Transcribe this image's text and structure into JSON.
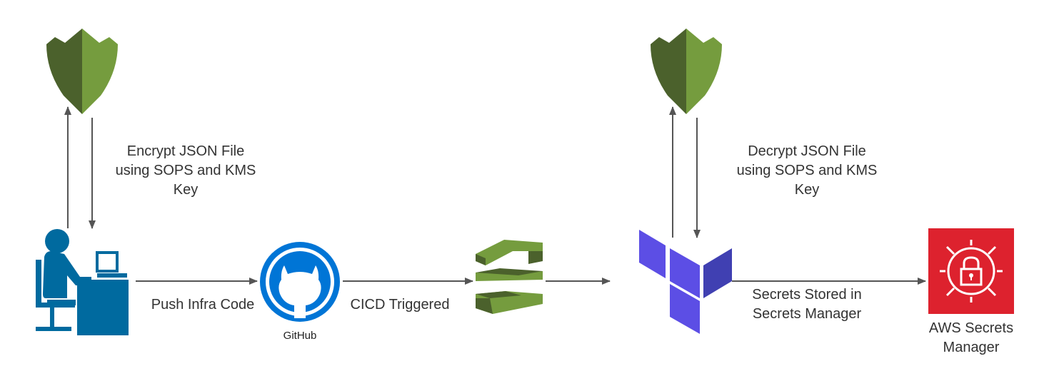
{
  "labels": {
    "encrypt_line1": "Encrypt JSON File",
    "encrypt_line2": "using SOPS and KMS",
    "encrypt_line3": "Key",
    "decrypt_line1": "Decrypt JSON File",
    "decrypt_line2": "using SOPS and KMS",
    "decrypt_line3": "Key",
    "push": "Push Infra Code",
    "cicd": "CICD Triggered",
    "secrets_line1": "Secrets Stored in",
    "secrets_line2": "Secrets Manager",
    "github": "GitHub",
    "aws_sm_line1": "AWS Secrets",
    "aws_sm_line2": "Manager"
  },
  "icons": {
    "kms_left": "kms-shield-icon",
    "kms_right": "kms-shield-icon",
    "user": "user-at-computer-icon",
    "github": "github-octocat-icon",
    "pipeline": "codepipeline-icon",
    "terraform": "terraform-icon",
    "secrets_manager": "secrets-manager-icon"
  },
  "colors": {
    "kms_dark": "#4b612c",
    "kms_light": "#759c3e",
    "user_blue": "#006a9f",
    "github_blue": "#0075d6",
    "terraform_purple": "#5c4ee5",
    "terraform_dark": "#4040b2",
    "secrets_red": "#dd222e",
    "arrow": "#555555"
  }
}
